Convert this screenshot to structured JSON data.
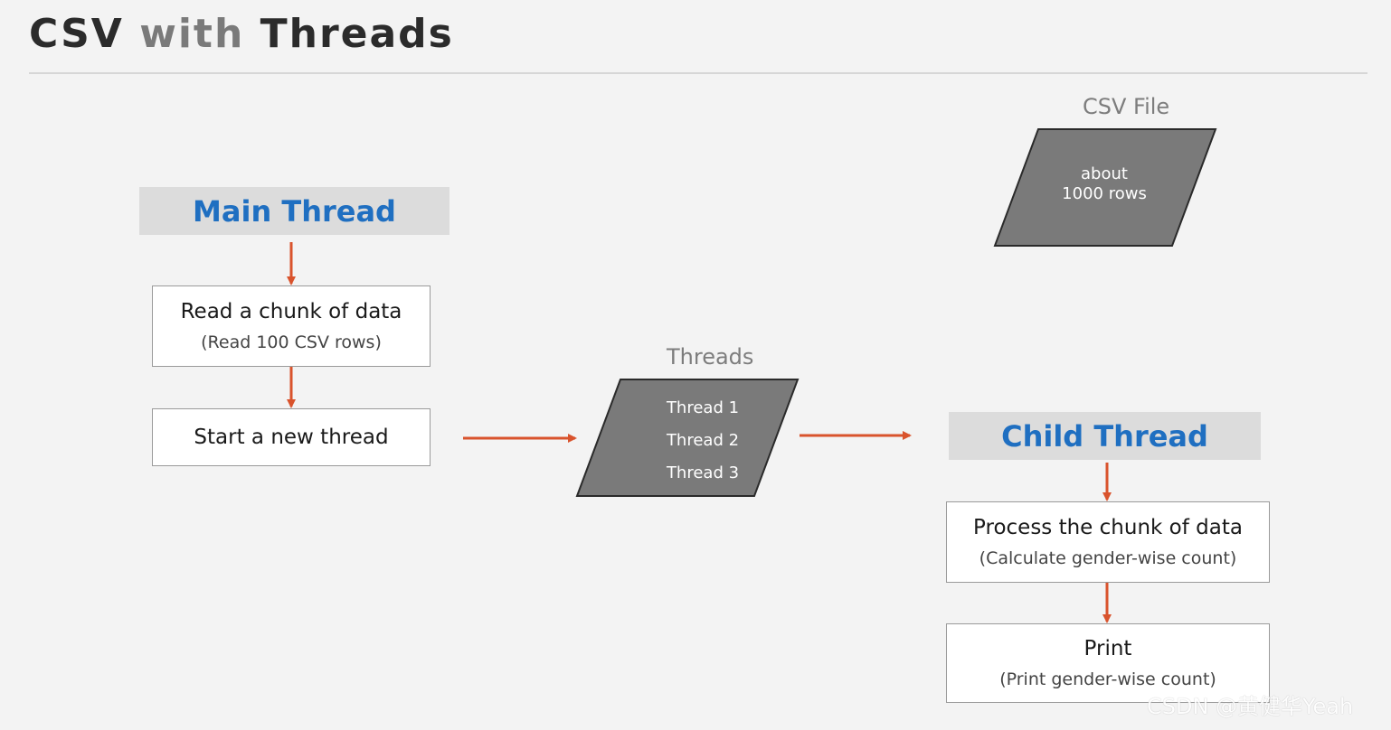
{
  "title": {
    "part1": "CSV",
    "part2": "with",
    "part3": "Threads"
  },
  "main_thread": {
    "heading": "Main Thread",
    "step1": {
      "main": "Read a chunk of data",
      "sub": "(Read 100 CSV rows)"
    },
    "step2": {
      "main": "Start a new thread"
    }
  },
  "threads": {
    "caption": "Threads",
    "items": [
      "Thread 1",
      "Thread 2",
      "Thread 3"
    ]
  },
  "csv_file": {
    "caption": "CSV File",
    "line1": "about",
    "line2": "1000 rows"
  },
  "child_thread": {
    "heading": "Child Thread",
    "step1": {
      "main": "Process the chunk of data",
      "sub": "(Calculate gender-wise count)"
    },
    "step2": {
      "main": "Print",
      "sub": "(Print gender-wise count)"
    }
  },
  "watermark": "CSDN @黄健华Yeah",
  "colors": {
    "heading_blue": "#1f6fc1",
    "arrow_red": "#d9532c",
    "shape_gray": "#7a7a7a"
  }
}
